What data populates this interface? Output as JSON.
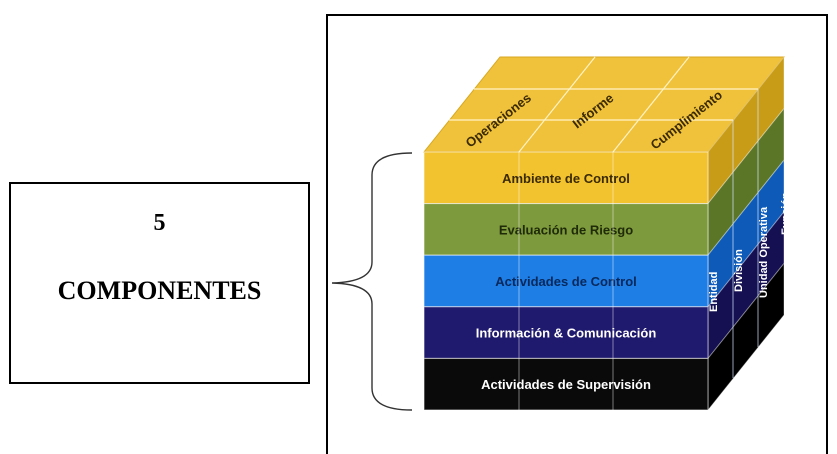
{
  "left_box": {
    "number": "5",
    "label": "COMPONENTES"
  },
  "cube": {
    "top_labels": [
      "Operaciones",
      "Informe",
      "Cumplimiento"
    ],
    "side_labels": [
      "Entidad",
      "División",
      "Unidad Operativa",
      "Función"
    ],
    "layers": [
      {
        "label": "Ambiente de Control",
        "front": "#f3c22f",
        "side": "#c99c18",
        "text": "#3a2a00"
      },
      {
        "label": "Evaluación de Riesgo",
        "front": "#7d9a3c",
        "side": "#5c7628",
        "text": "#1f2a08"
      },
      {
        "label": "Actividades de Control",
        "front": "#1e7ee6",
        "side": "#0e5ab8",
        "text": "#08285a"
      },
      {
        "label": "Información & Comunicación",
        "front": "#201a6e",
        "side": "#151052",
        "text": "#ffffff"
      },
      {
        "label": "Actividades de Supervisión",
        "front": "#0a0a0a",
        "side": "#000000",
        "text": "#ffffff"
      }
    ],
    "top_color": "#f0c13a"
  }
}
